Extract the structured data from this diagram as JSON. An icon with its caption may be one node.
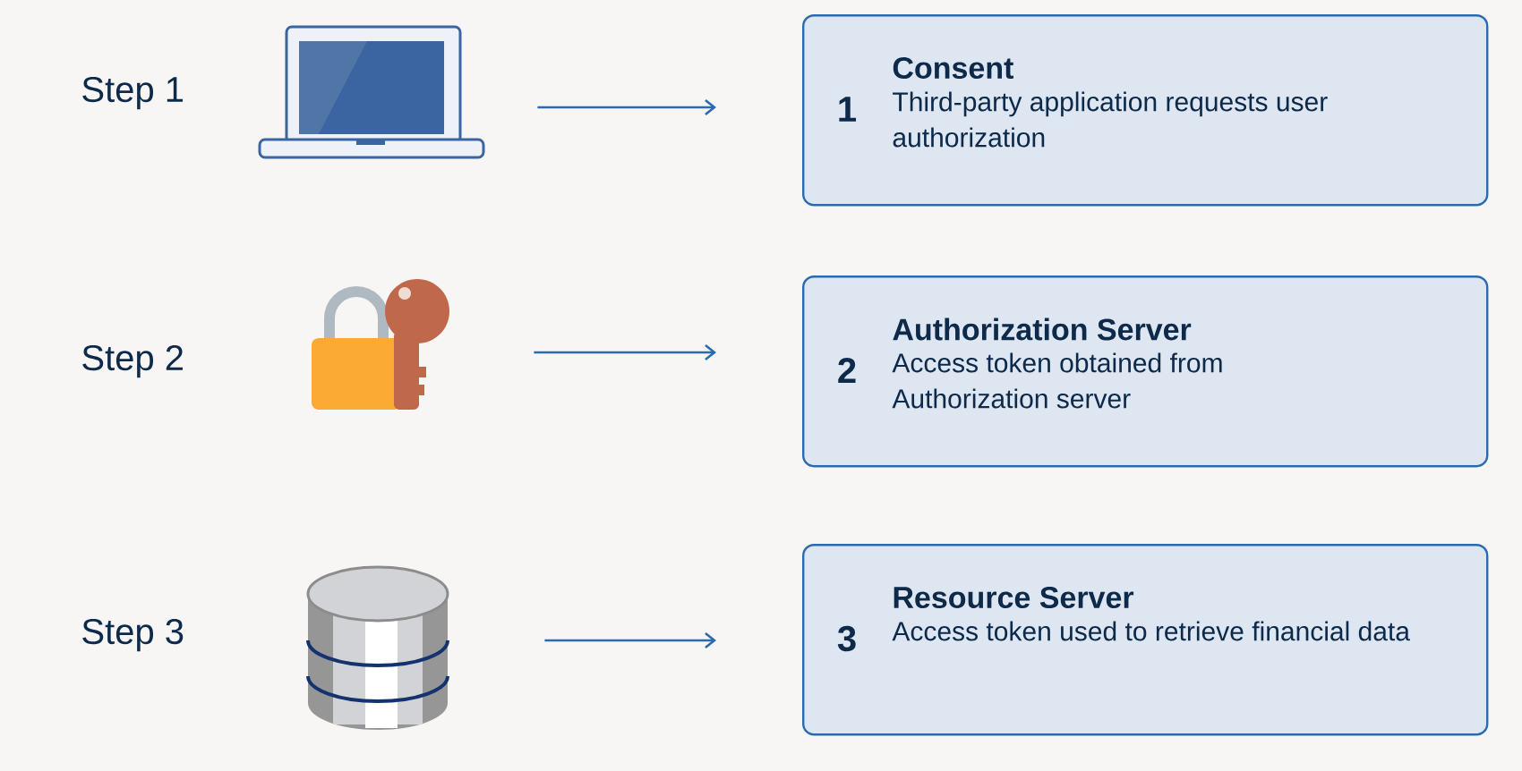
{
  "diagram": {
    "nodes": [
      {
        "text": [],
        "shape": "laptop"
      },
      {
        "text": [
          "1",
          "Consent",
          "Third-party application requests user authorization"
        ]
      },
      {
        "text": [],
        "shape": "padlock"
      },
      {
        "text": [
          "2",
          "Authorization Server",
          "Access token obtained from Authorization server"
        ]
      },
      {
        "text": [],
        "shape": "cylinder"
      },
      {
        "text": [
          "3",
          "Resource Server",
          "Access token used to retrieve financial data"
        ]
      }
    ],
    "edges": [
      {
        "from": 0,
        "to": 1,
        "arrow": "to"
      },
      {
        "from": 2,
        "to": 3,
        "arrow": "to"
      },
      {
        "from": 4,
        "to": 5,
        "arrow": "to"
      }
    ],
    "labels": [
      "Step 1",
      "Step 2",
      "Step 3"
    ]
  }
}
